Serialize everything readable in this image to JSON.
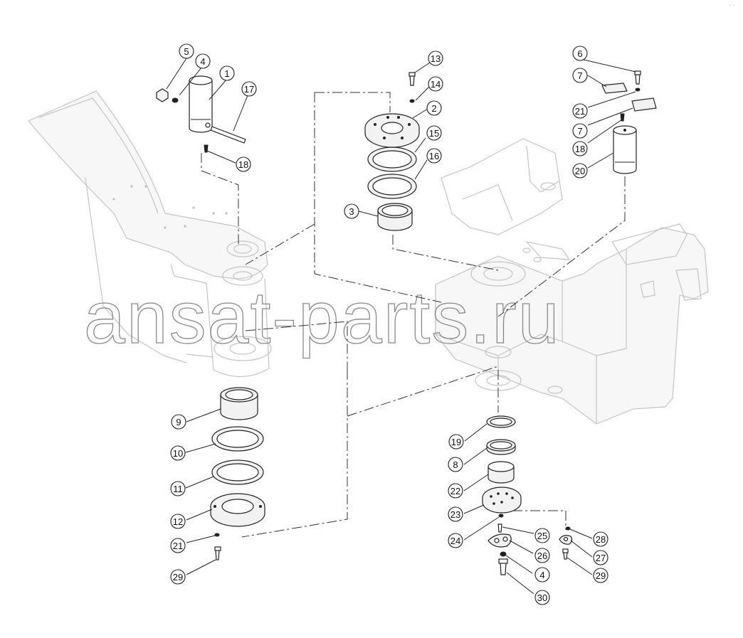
{
  "diagram": {
    "watermark": "ansat-parts.ru",
    "corner_mark": "- -",
    "callouts": [
      {
        "id": "c-5",
        "label": "5"
      },
      {
        "id": "c-4a",
        "label": "4"
      },
      {
        "id": "c-1",
        "label": "1"
      },
      {
        "id": "c-17",
        "label": "17"
      },
      {
        "id": "c-18a",
        "label": "18"
      },
      {
        "id": "c-13",
        "label": "13"
      },
      {
        "id": "c-14",
        "label": "14"
      },
      {
        "id": "c-2",
        "label": "2"
      },
      {
        "id": "c-15",
        "label": "15"
      },
      {
        "id": "c-16",
        "label": "16"
      },
      {
        "id": "c-3",
        "label": "3"
      },
      {
        "id": "c-6",
        "label": "6"
      },
      {
        "id": "c-7a",
        "label": "7"
      },
      {
        "id": "c-21a",
        "label": "21"
      },
      {
        "id": "c-7b",
        "label": "7"
      },
      {
        "id": "c-18b",
        "label": "18"
      },
      {
        "id": "c-20",
        "label": "20"
      },
      {
        "id": "c-9",
        "label": "9"
      },
      {
        "id": "c-10",
        "label": "10"
      },
      {
        "id": "c-11",
        "label": "11"
      },
      {
        "id": "c-12",
        "label": "12"
      },
      {
        "id": "c-21b",
        "label": "21"
      },
      {
        "id": "c-29a",
        "label": "29"
      },
      {
        "id": "c-19",
        "label": "19"
      },
      {
        "id": "c-8",
        "label": "8"
      },
      {
        "id": "c-22",
        "label": "22"
      },
      {
        "id": "c-23",
        "label": "23"
      },
      {
        "id": "c-24",
        "label": "24"
      },
      {
        "id": "c-25",
        "label": "25"
      },
      {
        "id": "c-26",
        "label": "26"
      },
      {
        "id": "c-4b",
        "label": "4"
      },
      {
        "id": "c-30",
        "label": "30"
      },
      {
        "id": "c-28",
        "label": "28"
      },
      {
        "id": "c-27",
        "label": "27"
      },
      {
        "id": "c-29b",
        "label": "29"
      }
    ]
  }
}
